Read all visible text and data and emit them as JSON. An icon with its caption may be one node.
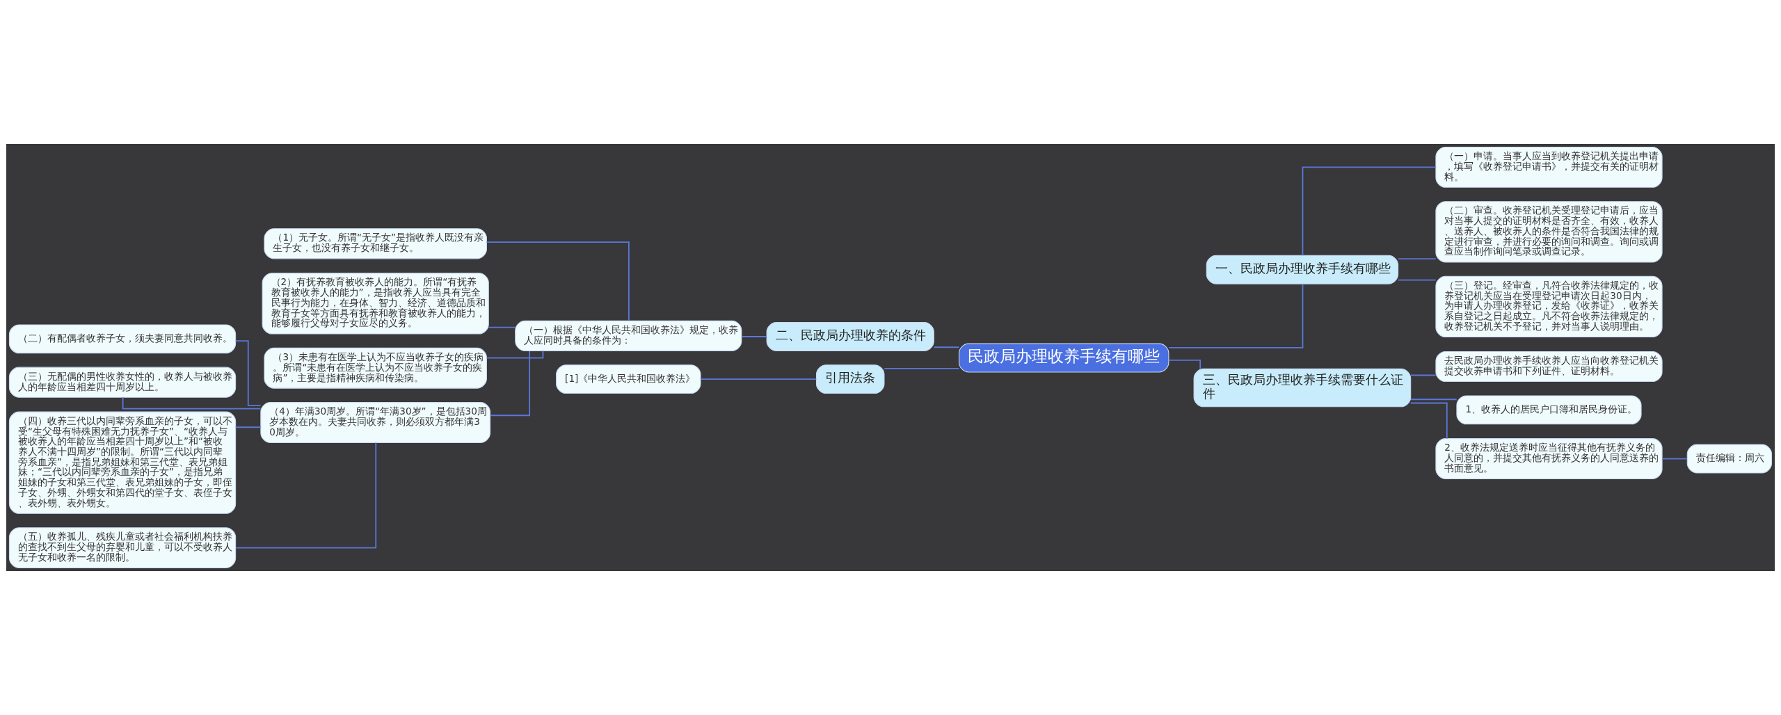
{
  "diagram": {
    "nodes": [
      {
        "text": [
          "民政局办理收养手续有哪些"
        ]
      },
      {
        "text": [
          "二、民政局办理收养的条件"
        ]
      },
      {
        "text": [
          "（一）根据《中华人民共和国收养法》规定，收养人应同时具备的条件为："
        ]
      },
      {
        "text": [
          "（1）无子女。所谓“无子女”是指收养人既没有亲生子女，也没有养子女和继子女。"
        ]
      },
      {
        "text": [
          "（2）有抚养教育被收养人的能力。所谓“有抚养教育被收养人的能力”，是指收养人应当具有完全民事行为能力，在身体、智力、经济、道德品质和教育子女等方面具有抚养和教育被收养人的能力，能够履行父母对子女应尽的义务。"
        ]
      },
      {
        "text": [
          "（3）未患有在医学上认为不应当收养子女的疾病。所谓“未患有在医学上认为不应当收养子女的疾病”，主要是指精神疾病和传染病。"
        ]
      },
      {
        "text": [
          "（4）年满30周岁。所谓“年满30岁”，是包括30周岁本数在内。夫妻共同收养，则必须双方都年满30周岁。"
        ]
      },
      {
        "text": [
          "（二）有配偶者收养子女，须夫妻同意共同收养。"
        ]
      },
      {
        "text": [
          "（三）无配偶的男性收养女性的，收养人与被收养人的年龄应当相差四十周岁以上。"
        ]
      },
      {
        "text": [
          "（四）收养三代以内同辈旁系血亲的子女，可以不受“生父母有特殊困难无力抚养子女”、“收养人与被收养人的年龄应当相差四十周岁以上”和“被收养人不满十四周岁”的限制。所谓“三代以内同辈旁系血亲”，是指兄弟姐妹和第三代堂、表兄弟姐妹；“三代以内同辈旁系血亲的子女”，是指兄弟姐妹的子女和第三代堂、表兄弟姐妹的子女，即侄子女、外甥、外甥女和第四代的堂子女、表侄子女、表外甥、表外甥女。"
        ]
      },
      {
        "text": [
          "（五）收养孤儿、残疾儿童或者社会福利机构扶养的查找不到生父母的弃婴和儿童，可以不受收养人无子女和收养一名的限制。"
        ]
      },
      {
        "text": [
          "引用法条"
        ]
      },
      {
        "text": [
          "[1]《中华人民共和国收养法》"
        ]
      },
      {
        "text": [
          "一、民政局办理收养手续有哪些"
        ]
      },
      {
        "text": [
          "（一）申请。当事人应当到收养登记机关提出申请，填写《收养登记申请书》，并提交有关的证明材料。"
        ]
      },
      {
        "text": [
          "（二）审查。收养登记机关受理登记申请后，应当对当事人提交的证明材料是否齐全、有效，收养人、送养人、被收养人的条件是否符合我国法律的规定进行审查，并进行必要的询问和调查。询问或调查应当制作询问笔录或调查记录。"
        ]
      },
      {
        "text": [
          "（三）登记。经审查，凡符合收养法律规定的，收养登记机关应当在受理登记申请次日起30日内，为申请人办理收养登记，发给《收养证》，收养关系自登记之日起成立。凡不符合收养法律规定的，收养登记机关不予登记，并对当事人说明理由。"
        ]
      },
      {
        "text": [
          "三、民政局办理收养手续需要什么证件"
        ]
      },
      {
        "text": [
          "去民政局办理收养手续收养人应当向收养登记机关提交收养申请书和下列证件、证明材料。"
        ]
      },
      {
        "text": [
          "1、收养人的居民户口簿和居民身份证。"
        ]
      },
      {
        "text": [
          "2、收养法规定送养时应当征得其他有抚养义务的人同意的，并提交其他有抚养义务的人同意送养的书面意见。"
        ]
      },
      {
        "text": [
          "责任编辑：周六"
        ]
      }
    ],
    "edges": [
      {
        "from": 0,
        "to": 1,
        "arrow": "none"
      },
      {
        "from": 1,
        "to": 2,
        "arrow": "none"
      },
      {
        "from": 2,
        "to": 3,
        "arrow": "none"
      },
      {
        "from": 2,
        "to": 4,
        "arrow": "none"
      },
      {
        "from": 2,
        "to": 5,
        "arrow": "none"
      },
      {
        "from": 2,
        "to": 6,
        "arrow": "none"
      },
      {
        "from": 6,
        "to": 7,
        "arrow": "none"
      },
      {
        "from": 6,
        "to": 8,
        "arrow": "none"
      },
      {
        "from": 6,
        "to": 9,
        "arrow": "none"
      },
      {
        "from": 6,
        "to": 10,
        "arrow": "none"
      },
      {
        "from": 0,
        "to": 11,
        "arrow": "none"
      },
      {
        "from": 11,
        "to": 12,
        "arrow": "none"
      },
      {
        "from": 0,
        "to": 13,
        "arrow": "none"
      },
      {
        "from": 13,
        "to": 14,
        "arrow": "none"
      },
      {
        "from": 13,
        "to": 15,
        "arrow": "none"
      },
      {
        "from": 13,
        "to": 16,
        "arrow": "none"
      },
      {
        "from": 0,
        "to": 17,
        "arrow": "none"
      },
      {
        "from": 17,
        "to": 18,
        "arrow": "none"
      },
      {
        "from": 17,
        "to": 19,
        "arrow": "none"
      },
      {
        "from": 17,
        "to": 20,
        "arrow": "none"
      },
      {
        "from": 20,
        "to": 21,
        "arrow": "none"
      }
    ]
  }
}
